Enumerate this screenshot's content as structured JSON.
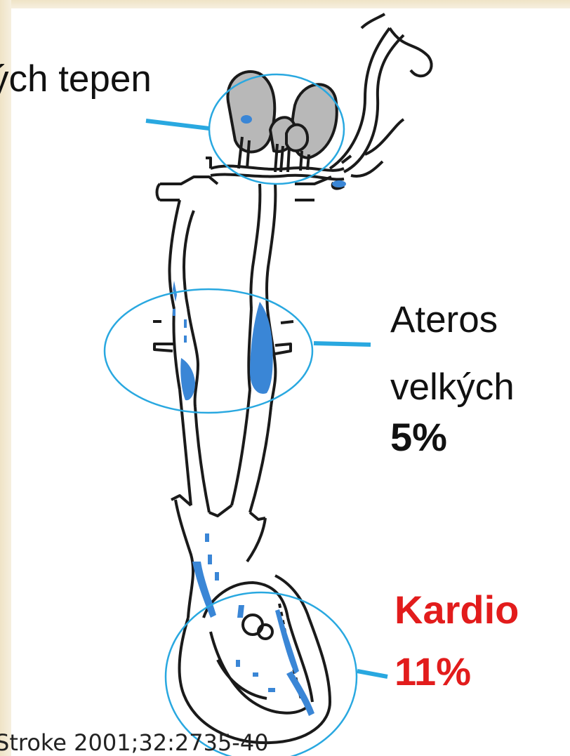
{
  "labels": {
    "small_vessel": "ých tepen",
    "large_vessel_line1": "Ateros",
    "large_vessel_line2": "velkých",
    "large_vessel_percent": "5%",
    "cardioembolic_line1": "Kardio",
    "cardioembolic_percent": "11%"
  },
  "citation": "Stroke 2001;32:2735-40",
  "colors": {
    "label_text": "#111111",
    "cardio_text": "#e21c1c",
    "circle_stroke": "#29a8e0",
    "pointer_line": "#29a8e0",
    "lesion_fill": "#3a86d6",
    "background_edge": "#f3ead6"
  }
}
